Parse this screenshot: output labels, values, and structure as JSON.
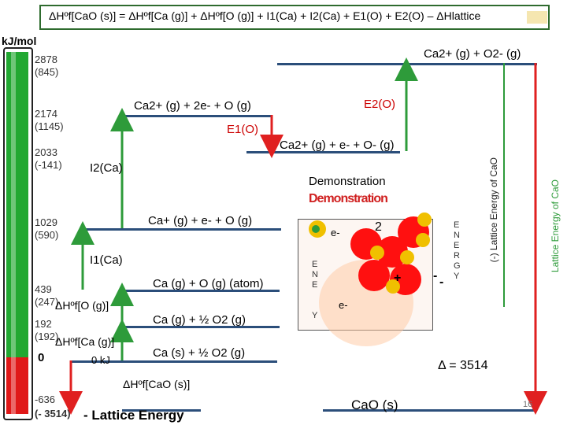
{
  "header": {
    "equation": "ΔHºf[CaO (s)] = ΔHºf[Ca (g)] + ΔHºf[O (g)] + I1(Ca) + I2(Ca) + E1(O) + E2(O) – ΔHlattice",
    "units": "kJ/mol"
  },
  "levels": [
    {
      "species_label": "Ca2+ (g) + O2- (g)",
      "value": "2878",
      "paren": "(845)"
    },
    {
      "species_label": "Ca2+ (g) + 2e- + O (g)",
      "value": "2174",
      "paren": "(1145)"
    },
    {
      "species_label": "Ca2+ (g) + e- + O- (g)",
      "value": "2033",
      "paren": "(-141)"
    },
    {
      "species_label": "Ca+ (g) + e- + O (g)",
      "value": "1029",
      "paren": "(590)"
    },
    {
      "species_label": "Ca (g) + O (g) (atom)",
      "value": "439",
      "paren": "(247)"
    },
    {
      "species_label": "Ca (g) + ½ O2 (g)",
      "value": "192",
      "paren": "(192)"
    },
    {
      "species_label": "Ca (s) + ½ O2 (g)",
      "value": "0",
      "paren": ""
    },
    {
      "species_label": "CaO (s)",
      "value": "-636",
      "paren": "(- 3514)"
    }
  ],
  "arrow_labels": {
    "e2": "E2(O)",
    "e1": "E1(O)",
    "i2": "I2(Ca)",
    "i1": "I1(Ca)",
    "hf_o": "ΔHºf[O (g)]",
    "hf_ca": "ΔHºf[Ca (g)]",
    "zero": "0 kJ",
    "hf_cao": "ΔHºf[CaO (s)]",
    "lattice": "- Lattice Energy",
    "lattice_side_1": "(-) Lattice Energy of CaO",
    "lattice_side_2": "Lattice Energy of CaO"
  },
  "demo": {
    "title": "Demonstration",
    "overlay_text": "Demonstration",
    "e_label": "e-",
    "two_label": "2",
    "plus": "+",
    "minus": "-",
    "energy_letters": [
      "E",
      "N",
      "E",
      "R",
      "G",
      "Y"
    ],
    "small_energy": [
      "E",
      "N",
      "E",
      "Y"
    ],
    "delta": "Δ = 3514"
  },
  "slide_number": "16",
  "colors": {
    "green": "#2e9b3a",
    "red": "#e02020",
    "blue_level": "#2b4e7a",
    "thermo_green": "#22a832",
    "thermo_red": "#e01818"
  }
}
